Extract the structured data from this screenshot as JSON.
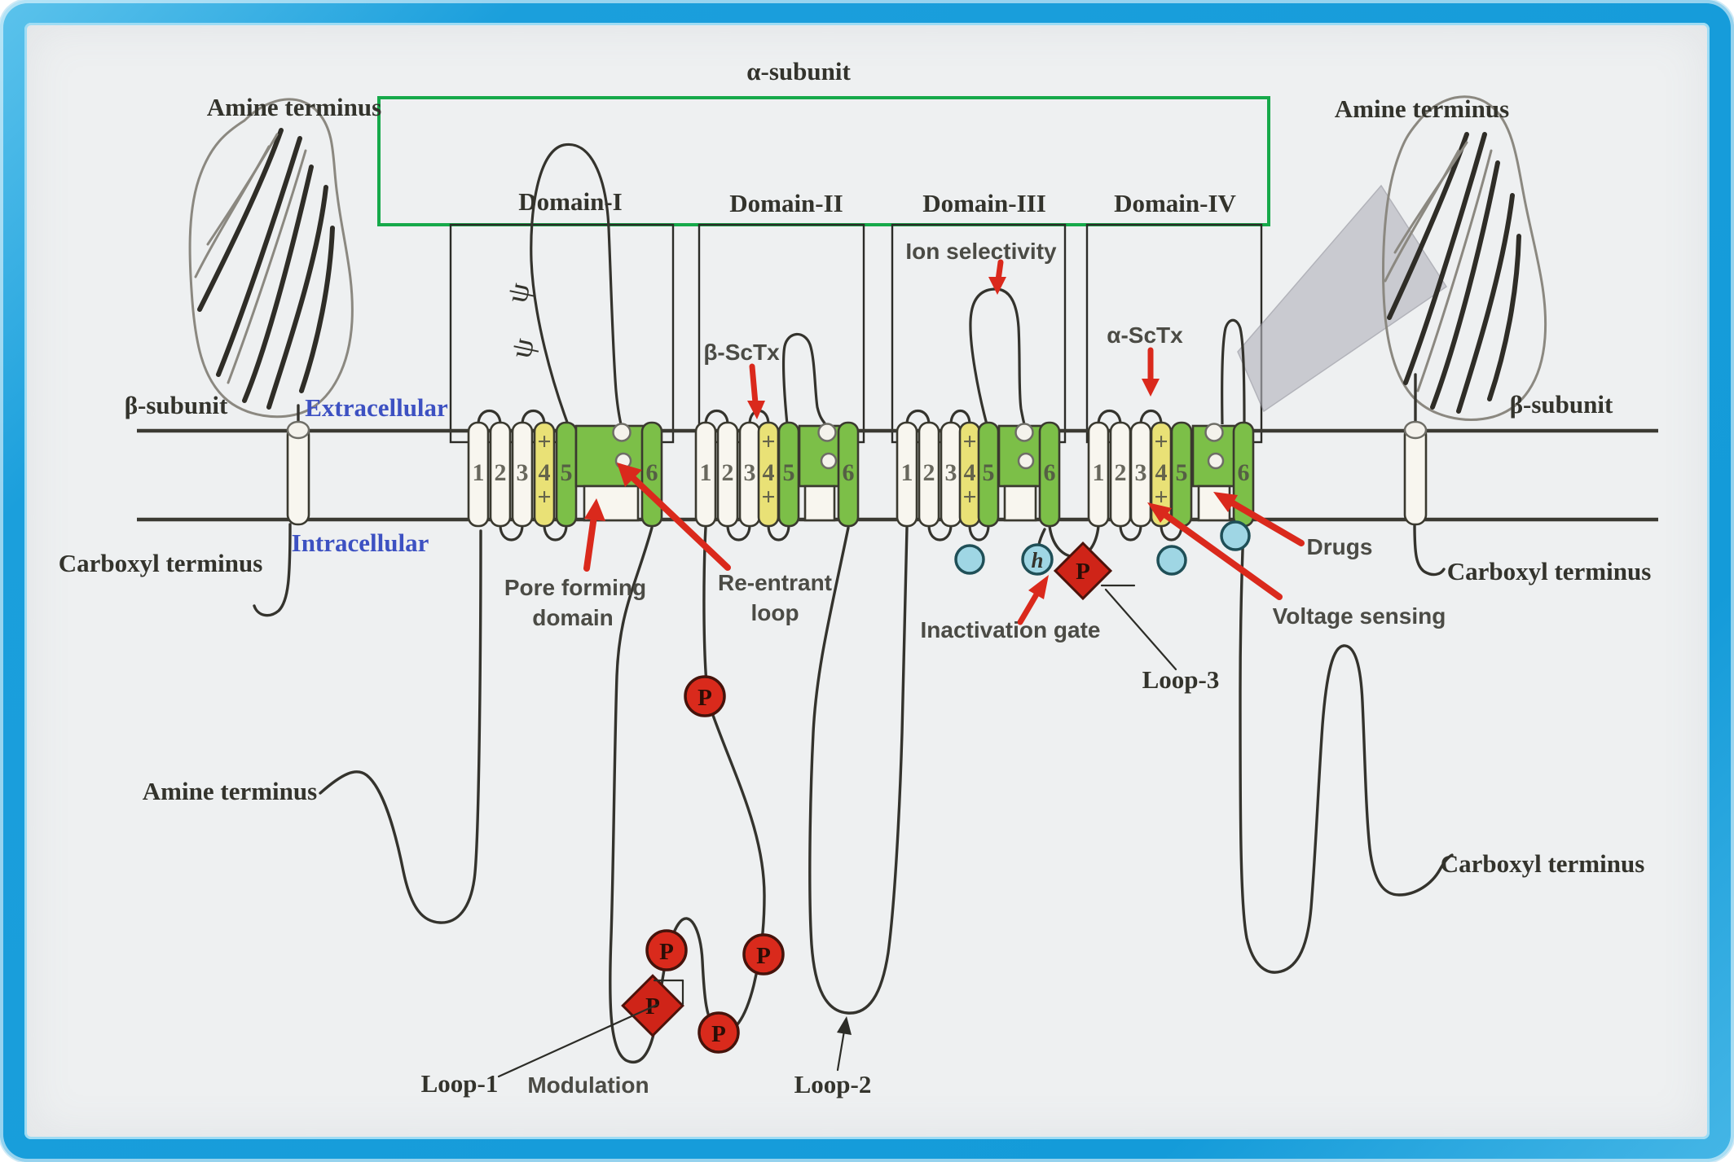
{
  "title": "Voltage-gated sodium channel membrane topology",
  "labels": {
    "alpha_subunit": "α-subunit",
    "domain1": "Domain-I",
    "domain2": "Domain-II",
    "domain3": "Domain-III",
    "domain4": "Domain-IV",
    "amine_terminus": "Amine terminus",
    "beta_subunit": "β-subunit",
    "extracellular": "Extracellular",
    "intracellular": "Intracellular",
    "carboxyl_terminus": "Carboxyl terminus",
    "beta_sctx": "β-ScTx",
    "alpha_sctx": "α-ScTx",
    "ion_selectivity": "Ion selectivity",
    "pore_forming_line1": "Pore forming",
    "pore_forming_line2": "domain",
    "reentrant_line1": "Re-entrant",
    "reentrant_line2": "loop",
    "inactivation_gate": "Inactivation gate",
    "voltage_sensing": "Voltage sensing",
    "drugs": "Drugs",
    "loop1": "Loop-1",
    "loop2": "Loop-2",
    "loop3": "Loop-3",
    "modulation": "Modulation"
  },
  "segments": [
    "1",
    "2",
    "3",
    "4",
    "5",
    "6"
  ],
  "markers": {
    "p": "P",
    "h": "h",
    "plus": "+",
    "psi": "ψ"
  },
  "colors": {
    "frame_blue": "#149bd9",
    "background": "#eef0f1",
    "alpha_bracket_green": "#16a94a",
    "segment_green": "#7cbf48",
    "segment_yellow": "#e9e176",
    "annotation_red": "#da291c",
    "phospho_red": "#d92a1c",
    "modulator_cyan": "#9fd6e4",
    "label_blue": "#3d51c2",
    "ink": "#33332c"
  }
}
